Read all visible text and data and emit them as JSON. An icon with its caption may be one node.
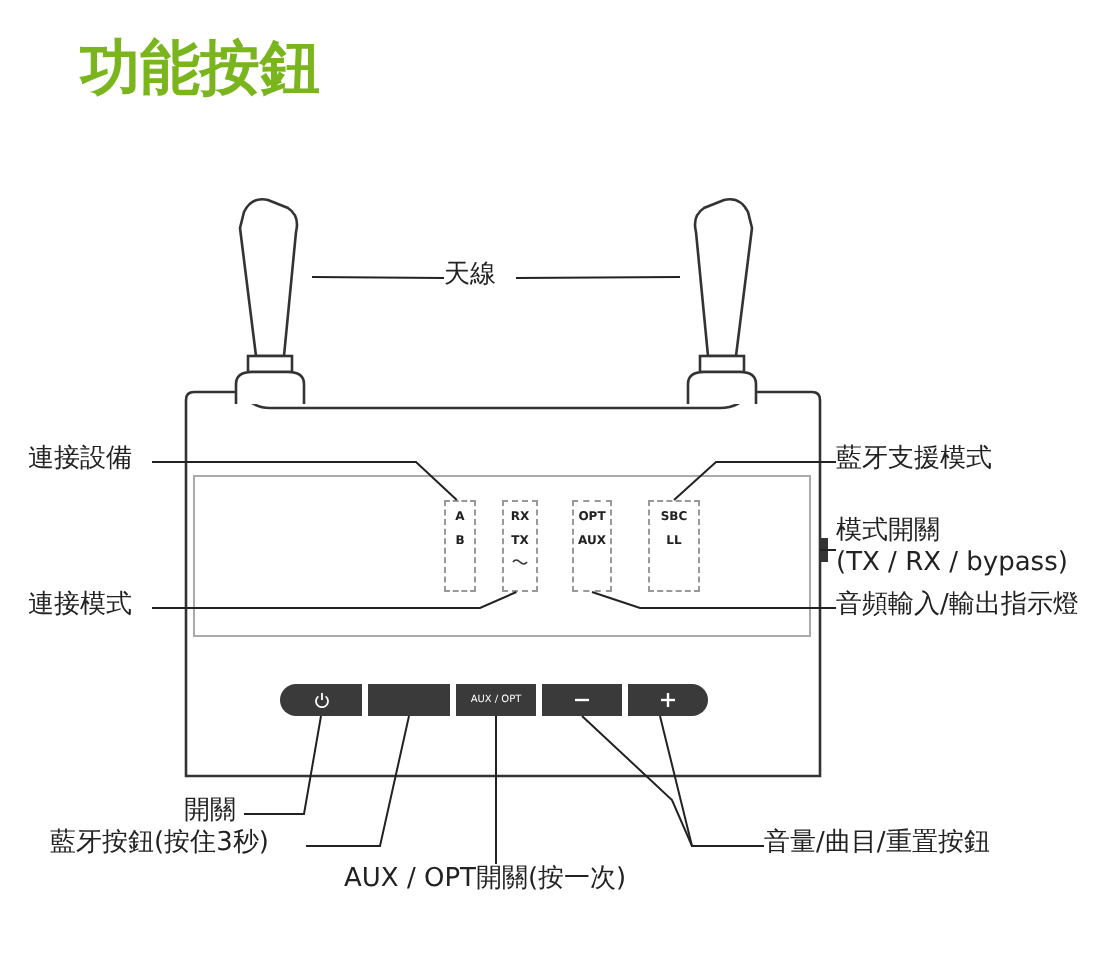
{
  "diagram": {
    "title": "功能按鈕",
    "nodes": [
      {
        "text": [
          "天線"
        ]
      },
      {
        "text": [],
        "shape": "antenna"
      },
      {
        "text": [],
        "shape": "antenna"
      },
      {
        "text": [
          "連接設備"
        ]
      },
      {
        "text": [
          "A",
          "B"
        ]
      },
      {
        "text": [
          "連接模式"
        ]
      },
      {
        "text": [
          "RX",
          "TX"
        ]
      },
      {
        "text": [
          "藍牙支援模式"
        ]
      },
      {
        "text": [
          "SBC",
          "LL"
        ]
      },
      {
        "text": [
          "OPT",
          "AUX"
        ]
      },
      {
        "text": [
          "音頻輸入/輸出指示燈"
        ]
      },
      {
        "text": [
          "模式開關 (TX / RX / bypass)"
        ]
      },
      {
        "text": [],
        "shape": "button"
      },
      {
        "text": [],
        "shape": "button"
      },
      {
        "text": [
          "AUX / OPT"
        ]
      },
      {
        "text": [],
        "shape": "button"
      },
      {
        "text": [],
        "shape": "button"
      },
      {
        "text": [
          "開關"
        ]
      },
      {
        "text": [
          "藍牙按鈕(按住3秒)"
        ]
      },
      {
        "text": [
          "AUX / OPT開關(按一次)"
        ]
      },
      {
        "text": [
          "音量/曲目/重置按鈕"
        ]
      },
      {
        "text": [],
        "shape": "switch"
      }
    ],
    "edges": [
      {
        "from": 0,
        "to": 1,
        "arrow": "none"
      },
      {
        "from": 0,
        "to": 2,
        "arrow": "none"
      },
      {
        "from": 3,
        "to": 4,
        "arrow": "none"
      },
      {
        "from": 5,
        "to": 6,
        "arrow": "none"
      },
      {
        "from": 7,
        "to": 8,
        "arrow": "none"
      },
      {
        "from": 10,
        "to": 9,
        "arrow": "none"
      },
      {
        "from": 11,
        "to": 21,
        "arrow": "none"
      },
      {
        "from": 17,
        "to": 12,
        "arrow": "none"
      },
      {
        "from": 18,
        "to": 13,
        "arrow": "none"
      },
      {
        "from": 19,
        "to": 14,
        "arrow": "none"
      },
      {
        "from": 20,
        "to": 15,
        "arrow": "none"
      },
      {
        "from": 20,
        "to": 16,
        "arrow": "none"
      }
    ]
  }
}
